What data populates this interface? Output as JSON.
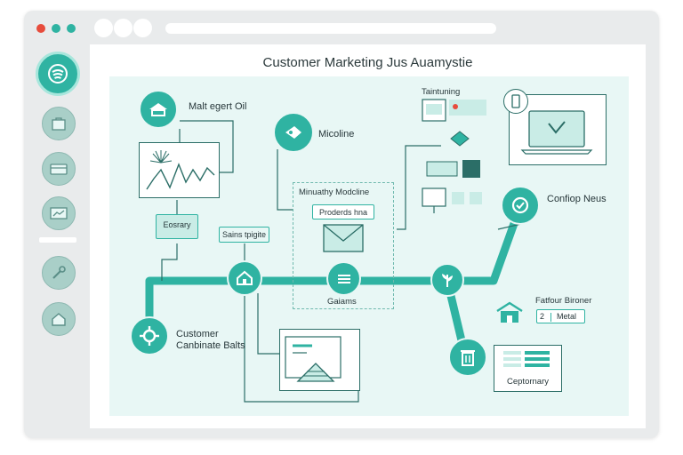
{
  "window": {
    "dots": [
      "#e74c3c",
      "#2fb3a2",
      "#2fb3a2"
    ]
  },
  "sidebar": {
    "items": [
      {
        "icon": "speaker-icon",
        "active": true
      },
      {
        "icon": "bag-icon"
      },
      {
        "icon": "card-icon"
      },
      {
        "icon": "chart-icon"
      },
      {
        "icon": "tool-icon"
      },
      {
        "icon": "home-icon"
      }
    ]
  },
  "diagram": {
    "title": "Customer Marketing Jus Auamystie",
    "labels": {
      "malt_egert": "Malt egert Oil",
      "micoline": "Micoline",
      "tainturing": "Taintuning",
      "minuathy": "Minuathy Modcline",
      "proderds": "Proderds hna",
      "eosrary": "Eosrary",
      "sains": "Sains tpigite",
      "gaiams": "Gaiams",
      "confop": "Confiop Neus",
      "fatfour": "Fatfour Bironer",
      "metal_num": "2",
      "metal_text": "Metal",
      "customer_line1": "Customer",
      "customer_line2": "Canbinate Balts",
      "ceptornary": "Ceptornary"
    }
  },
  "colors": {
    "accent": "#2fb3a2",
    "dark": "#2b6e67",
    "canvas": "#e8f7f5"
  }
}
